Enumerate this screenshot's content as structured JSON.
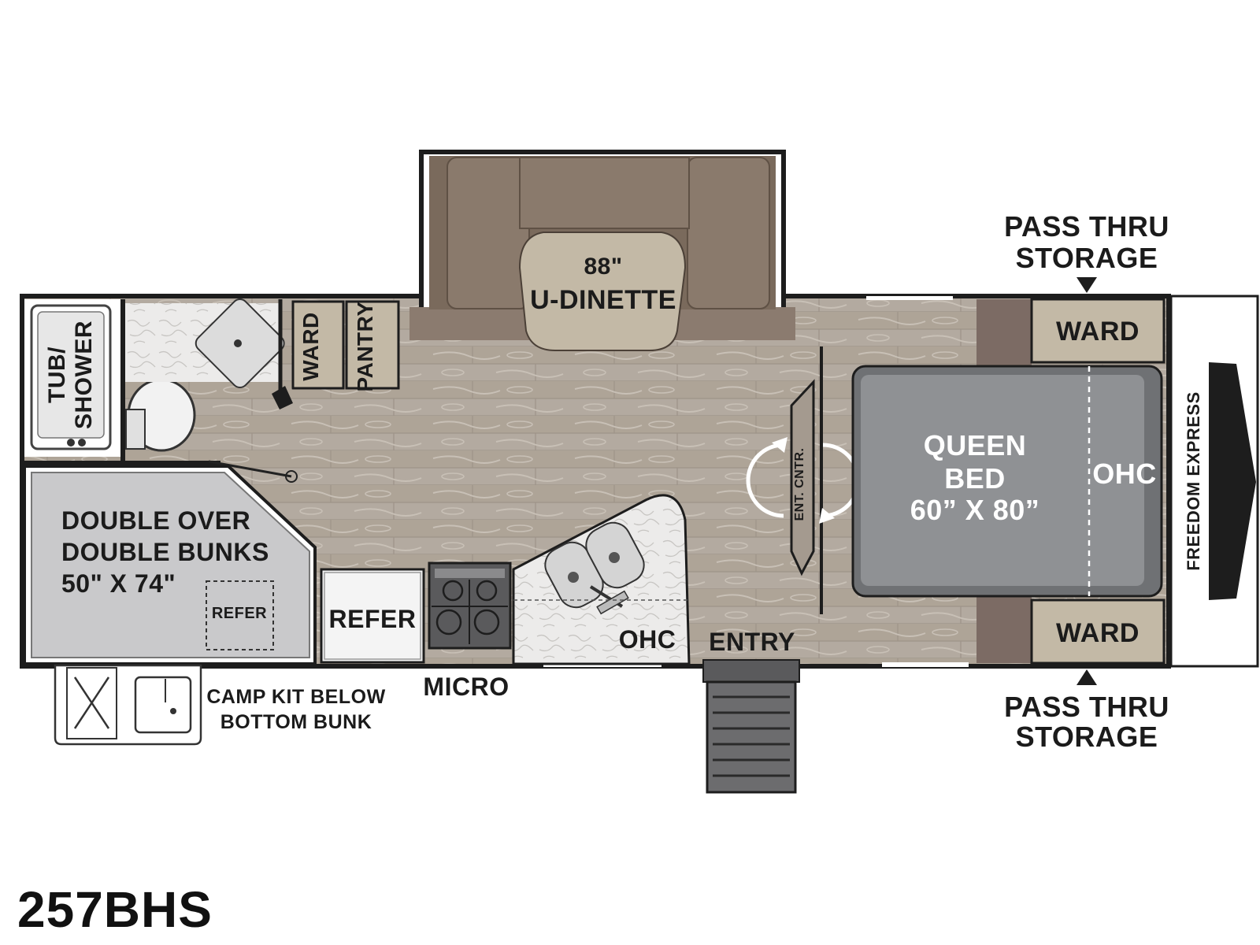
{
  "model": "257BHS",
  "brand_logo": "FREEDOM EXPRESS",
  "colors": {
    "wall": "#1d1d1d",
    "floor": "#b5aca2",
    "cabinet": "#c3b9a6",
    "dinette": "#7a6a5c",
    "bed": "#6f7174",
    "bunk": "#c9c9cb"
  },
  "labels": {
    "tub_shower": [
      "TUB/",
      "SHOWER"
    ],
    "ward_left": "WARD",
    "pantry": "PANTRY",
    "dinette": [
      "88\"",
      "U-DINETTE"
    ],
    "pass_thru_top": [
      "PASS THRU",
      "STORAGE"
    ],
    "ward_top": "WARD",
    "queen_bed": [
      "QUEEN",
      "BED",
      "60” X 80”"
    ],
    "ohc_bed": "OHC",
    "ent_cntr": "ENT. CNTR.",
    "bunks": [
      "DOUBLE OVER",
      "DOUBLE BUNKS",
      "50\" X 74\""
    ],
    "refer_small": "REFER",
    "refer": "REFER",
    "ohc_kitchen": "OHC",
    "entry": "ENTRY",
    "ward_bottom": "WARD",
    "pass_thru_bottom": [
      "PASS THRU",
      "STORAGE"
    ],
    "micro": "MICRO",
    "camp_kit": [
      "CAMP KIT BELOW",
      "BOTTOM BUNK"
    ]
  }
}
